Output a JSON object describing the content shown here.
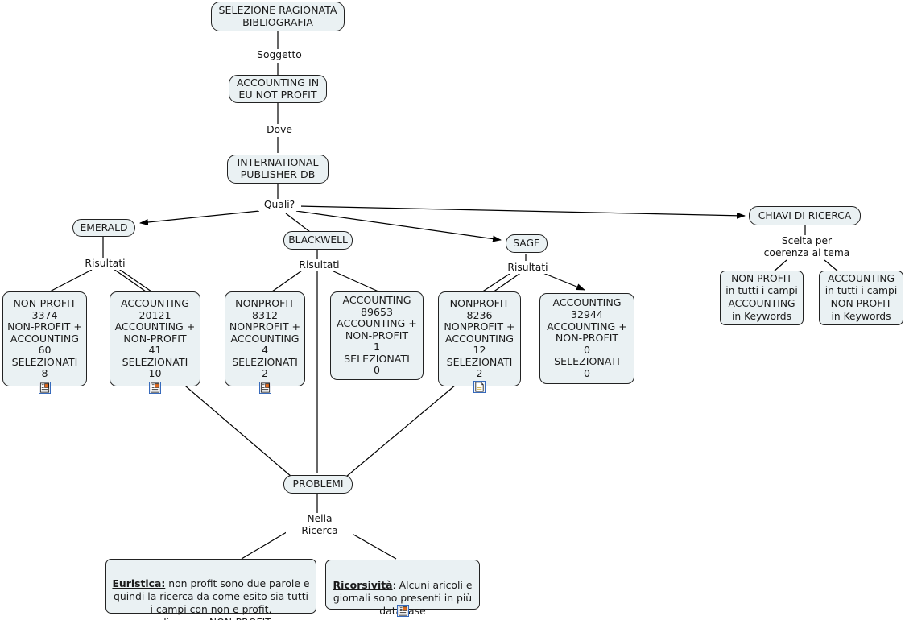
{
  "meta": {
    "title": "SELEZIONE RAGIONATA BIBLIOGRAFIA",
    "language": "it",
    "node_fill": "#eaf1f3",
    "node_border": "#222222",
    "background": "#ffffff",
    "icon_border": "#2c62b8"
  },
  "nodes": {
    "root": "SELEZIONE RAGIONATA\nBIBLIOGRAFIA",
    "subject": "ACCOUNTING IN\nEU NOT PROFIT",
    "where": "INTERNATIONAL\nPUBLISHER DB",
    "emerald": "EMERALD",
    "blackwell": "BLACKWELL",
    "sage": "SAGE",
    "chiavi": "CHIAVI DI RICERCA",
    "problemi": "PROBLEMI"
  },
  "link_labels": {
    "soggetto": "Soggetto",
    "dove": "Dove",
    "quali": "Quali?",
    "risultati_emerald": "Risultati",
    "risultati_blackwell": "Risultati",
    "risultati_sage": "Risultati",
    "scelta": "Scelta per\ncoerenza al tema",
    "nella_ricerca": "Nella Ricerca"
  },
  "results": [
    {
      "id": "emerald-non-profit",
      "publisher": "EMERALD",
      "term": "NON-PROFIT",
      "term_count": "3374",
      "combo": "NON-PROFIT +\nACCOUNTING",
      "combo_count": "60",
      "selected_label": "SELEZIONATI",
      "selected_count": "8",
      "text": "NON-PROFIT\n3374\nNON-PROFIT +\nACCOUNTING\n60\nSELEZIONATI\n8",
      "icon": "document-image-icon"
    },
    {
      "id": "emerald-accounting",
      "publisher": "EMERALD",
      "term": "ACCOUNTING",
      "term_count": "20121",
      "combo": "ACCOUNTING +\nNON-PROFIT",
      "combo_count": "41",
      "selected_label": "SELEZIONATI",
      "selected_count": "10",
      "text": "ACCOUNTING\n20121\nACCOUNTING +\nNON-PROFIT\n41\nSELEZIONATI\n10",
      "icon": "document-image-icon"
    },
    {
      "id": "blackwell-nonprofit",
      "publisher": "BLACKWELL",
      "term": "NONPROFIT",
      "term_count": "8312",
      "combo": "NONPROFIT +\nACCOUNTING",
      "combo_count": "4",
      "selected_label": "SELEZIONATI",
      "selected_count": "2",
      "text": "NONPROFIT\n8312\nNONPROFIT +\nACCOUNTING\n4\nSELEZIONATI\n2",
      "icon": "document-image-icon"
    },
    {
      "id": "blackwell-accounting",
      "publisher": "BLACKWELL",
      "term": "ACCOUNTING",
      "term_count": "89653",
      "combo": "ACCOUNTING +\nNON-PROFIT",
      "combo_count": "1",
      "selected_label": "SELEZIONATI",
      "selected_count": "0",
      "text": "ACCOUNTING\n89653\nACCOUNTING +\nNON-PROFIT\n1\nSELEZIONATI\n0",
      "icon": null
    },
    {
      "id": "sage-nonprofit",
      "publisher": "SAGE",
      "term": "NONPROFIT",
      "term_count": "8236",
      "combo": "NONPROFIT +\nACCOUNTING",
      "combo_count": "12",
      "selected_label": "SELEZIONATI",
      "selected_count": "2",
      "text": "NONPROFIT\n8236\nNONPROFIT +\nACCOUNTING\n12\nSELEZIONATI\n2",
      "icon": "document-icon"
    },
    {
      "id": "sage-accounting",
      "publisher": "SAGE",
      "term": "ACCOUNTING",
      "term_count": "32944",
      "combo": "ACCOUNTING +\nNON-PROFIT",
      "combo_count": "0",
      "selected_label": "SELEZIONATI",
      "selected_count": "0",
      "text": "ACCOUNTING\n32944\nACCOUNTING +\nNON-PROFIT\n0\nSELEZIONATI\n0",
      "icon": null
    }
  ],
  "keywords": [
    {
      "id": "kw-non-profit",
      "text": "NON PROFIT\nin tutti i campi\nACCOUNTING\nin Keywords"
    },
    {
      "id": "kw-accounting",
      "text": "ACCOUNTING\nin tutti i campi\nNON PROFIT\nin Keywords"
    }
  ],
  "notes": [
    {
      "id": "note-euristica",
      "title": "Euristica:",
      "body": " non profit sono due parole e quindi la ricerca da come esito sia tutti i campi con non e profit,\nmeglio usare NON-PROFIT o NONPROFIT",
      "icon": null
    },
    {
      "id": "note-ricorsivita",
      "title": "Ricorsività",
      "body": ": Alcuni aricoli e giornali sono presenti in più database",
      "icon": "document-image-icon"
    }
  ]
}
